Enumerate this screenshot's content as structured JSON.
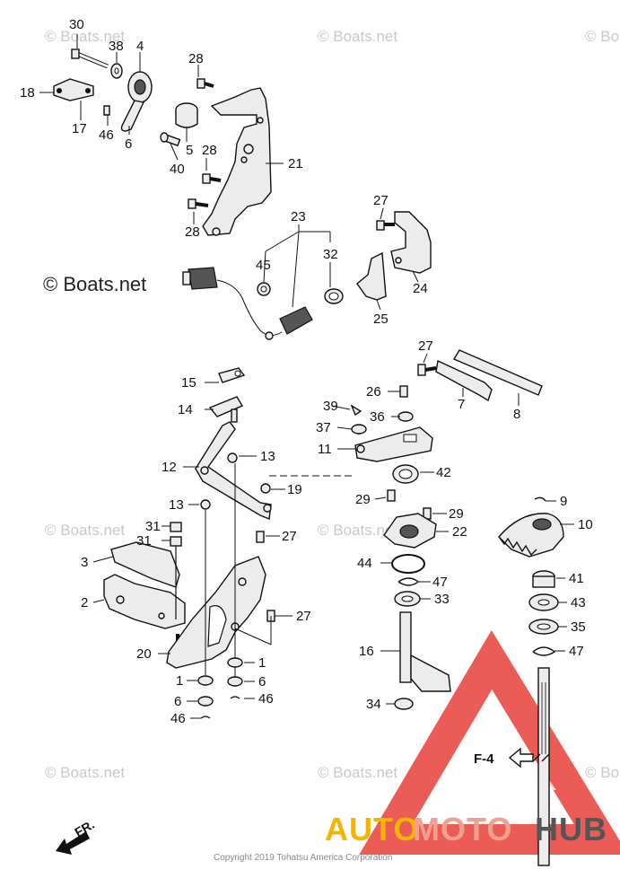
{
  "watermarks": {
    "main": "© Boats.net",
    "small": "© Boats.net"
  },
  "part_numbers": {
    "p30": "30",
    "p38": "38",
    "p4": "4",
    "p28a": "28",
    "p18": "18",
    "p17": "17",
    "p46a": "46",
    "p6a": "6",
    "p5": "5",
    "p40": "40",
    "p28b": "28",
    "p21": "21",
    "p28c": "28",
    "p23": "23",
    "p27a": "27",
    "p45": "45",
    "p32": "32",
    "p24": "24",
    "p25": "25",
    "p27b": "27",
    "p26": "26",
    "p15": "15",
    "p39": "39",
    "p7": "7",
    "p8": "8",
    "p14": "14",
    "p37": "37",
    "p36": "36",
    "p11": "11",
    "p13a": "13",
    "p12": "12",
    "p42": "42",
    "p19": "19",
    "p13b": "13",
    "p29a": "29",
    "p9": "9",
    "p29b": "29",
    "p31a": "31",
    "p27c": "27",
    "p10": "10",
    "p22": "22",
    "p31b": "31",
    "p3": "3",
    "p44": "44",
    "p41": "41",
    "p47a": "47",
    "p2": "2",
    "p33": "33",
    "p43": "43",
    "p27d": "27",
    "p35": "35",
    "p16": "16",
    "p20": "20",
    "p47b": "47",
    "p1a": "1",
    "p1b": "1",
    "p6b": "6",
    "p6c": "6",
    "p46b": "46",
    "p46c": "46",
    "p34": "34"
  },
  "figure_ref": "F-4",
  "direction_label": "FR.",
  "copyright": "Copyright 2019 Tohatsu America Corporation",
  "brand": {
    "part1": "AUTO",
    "part2": "MOTO",
    "part3": "HUB",
    "colors": {
      "auto": "#f5b400",
      "moto": "#f0a090",
      "hub": "#555555",
      "triangle": "#e8403a"
    }
  }
}
